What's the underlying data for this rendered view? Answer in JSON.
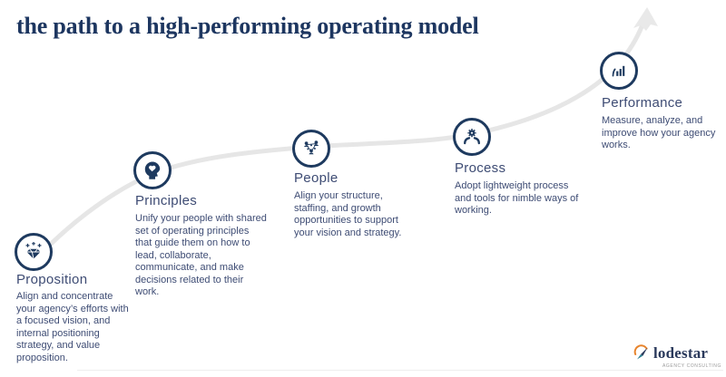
{
  "page": {
    "title": "the path to a high-performing operating model"
  },
  "stages": [
    {
      "name": "Proposition",
      "icon": "gem-icon",
      "description": "Align and concentrate your agency’s efforts with a focused vision, and internal positioning strategy, and value proposition."
    },
    {
      "name": "Principles",
      "icon": "mind-heart-icon",
      "description": "Unify your people with shared set of operating principles that guide them on how to lead, collaborate, communicate, and make decisions related to their work."
    },
    {
      "name": "People",
      "icon": "people-network-icon",
      "description": "Align your structure, staffing, and growth opportunities to support your vision and strategy."
    },
    {
      "name": "Process",
      "icon": "hands-gear-icon",
      "description": "Adopt lightweight process and tools for nimble ways of working."
    },
    {
      "name": "Performance",
      "icon": "bar-chart-icon",
      "description": "Measure, analyze, and improve how your agency works."
    }
  ],
  "path": {
    "style": "light-gray ascending curve with arrowhead",
    "color": "#e6e6e6"
  },
  "logo": {
    "name": "lodestar",
    "tagline": "AGENCY CONSULTING"
  },
  "colors": {
    "title_navy": "#1d3660",
    "icon_navy": "#1e3a5f",
    "text_slate": "#3e4c74",
    "curve_gray": "#e6e6e6",
    "logo_arc_orange": "#e8842c",
    "logo_needle_teal": "#2f7f93"
  }
}
